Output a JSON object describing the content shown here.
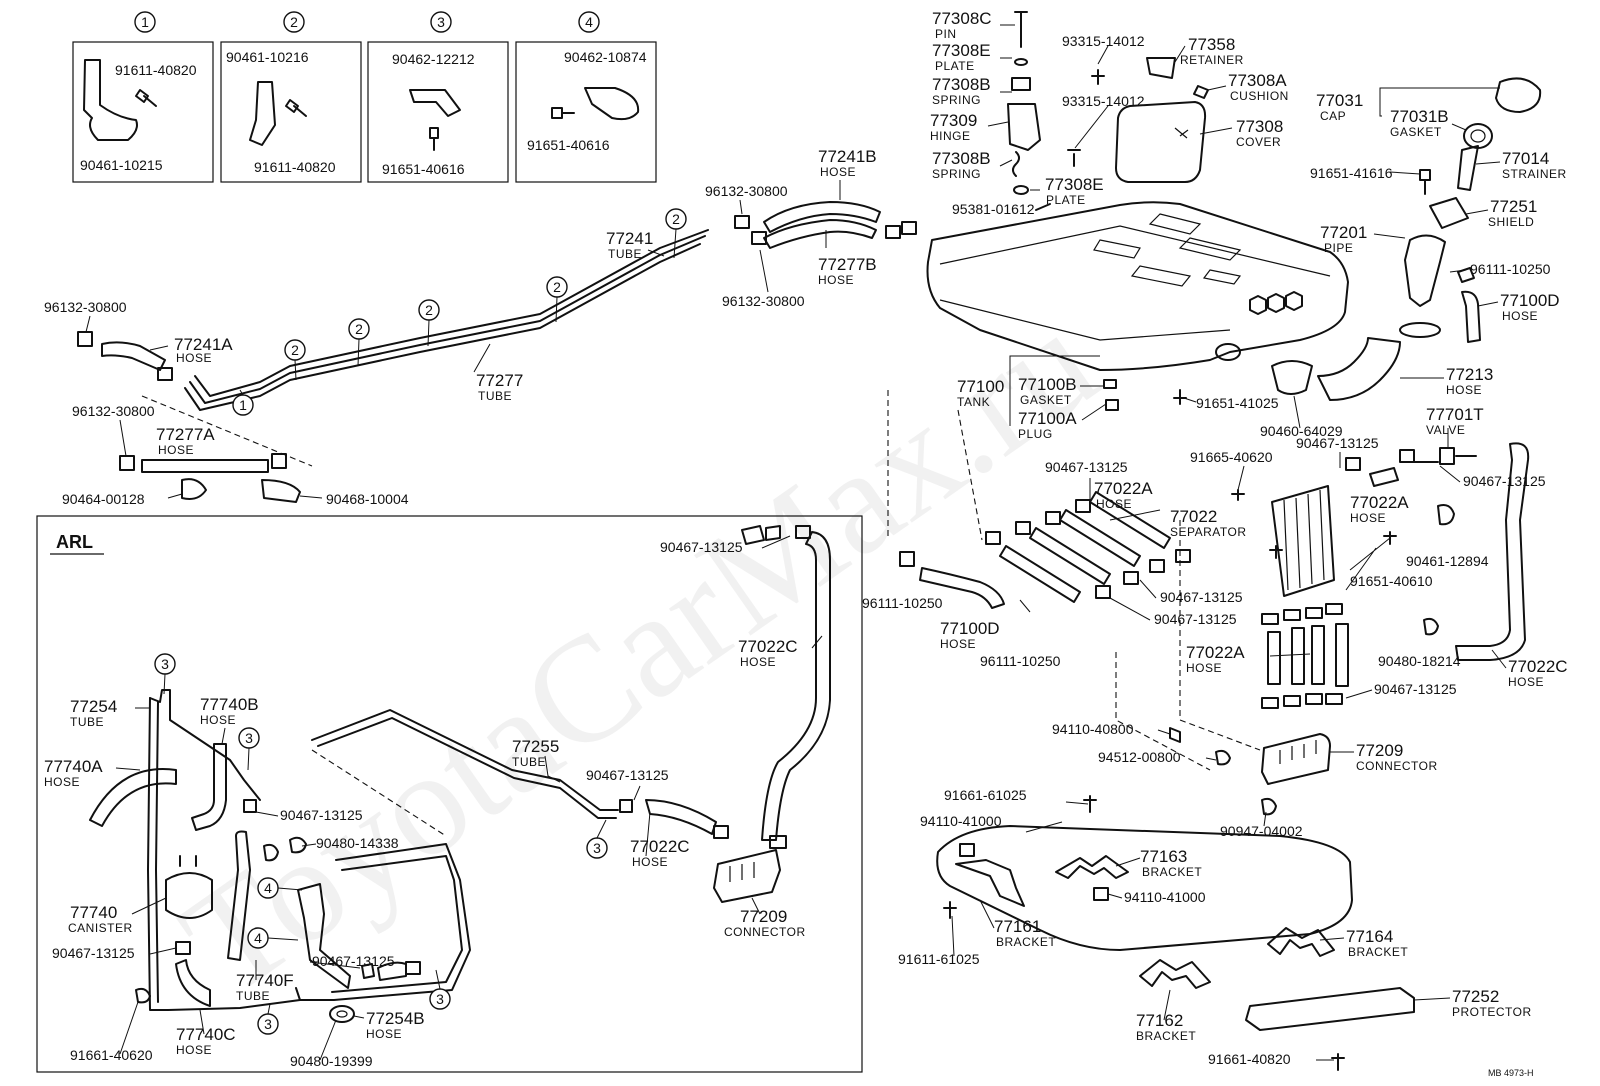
{
  "watermark": "ToyotaCarMax.ru",
  "drawing_ref": "MB 4973-H",
  "arl_label": "ARL",
  "key_boxes": [
    {
      "num": "1",
      "parts": [
        "91611-40820",
        "90461-10215"
      ]
    },
    {
      "num": "2",
      "parts": [
        "90461-10216",
        "91611-40820"
      ]
    },
    {
      "num": "3",
      "parts": [
        "90462-12212",
        "91651-40616"
      ]
    },
    {
      "num": "4",
      "parts": [
        "90462-10874",
        "91651-40616"
      ]
    }
  ],
  "callouts": {
    "c77308C": {
      "num": "77308C",
      "name": "PIN"
    },
    "c77308E": {
      "num": "77308E",
      "name": "PLATE"
    },
    "c77308B": {
      "num": "77308B",
      "name": "SPRING"
    },
    "c77309": {
      "num": "77309",
      "name": "HINGE"
    },
    "c77308B2": {
      "num": "77308B",
      "name": "SPRING"
    },
    "c77308E2": {
      "num": "77308E",
      "name": "PLATE"
    },
    "c77358": {
      "num": "77358",
      "name": "RETAINER"
    },
    "c77308A": {
      "num": "77308A",
      "name": "CUSHION"
    },
    "c77308": {
      "num": "77308",
      "name": "COVER"
    },
    "c77031": {
      "num": "77031",
      "name": "CAP"
    },
    "c77031B": {
      "num": "77031B",
      "name": "GASKET"
    },
    "c77014": {
      "num": "77014",
      "name": "STRAINER"
    },
    "c77251": {
      "num": "77251",
      "name": "SHIELD"
    },
    "c77201": {
      "num": "77201",
      "name": "PIPE"
    },
    "c77100D": {
      "num": "77100D",
      "name": "HOSE"
    },
    "c77213": {
      "num": "77213",
      "name": "HOSE"
    },
    "c77701T": {
      "num": "77701T",
      "name": "VALVE"
    },
    "c77241B": {
      "num": "77241B",
      "name": "HOSE"
    },
    "c77277B": {
      "num": "77277B",
      "name": "HOSE"
    },
    "c77241": {
      "num": "77241",
      "name": "TUBE"
    },
    "c77277": {
      "num": "77277",
      "name": "TUBE"
    },
    "c77241A": {
      "num": "77241A",
      "name": "HOSE"
    },
    "c77277A": {
      "num": "77277A",
      "name": "HOSE"
    },
    "c77100": {
      "num": "77100",
      "name": "TANK"
    },
    "c77100B": {
      "num": "77100B",
      "name": "GASKET"
    },
    "c77100A": {
      "num": "77100A",
      "name": "PLUG"
    },
    "c77022A": {
      "num": "77022A",
      "name": "HOSE"
    },
    "c77022": {
      "num": "77022",
      "name": "SEPARATOR"
    },
    "c77022A2": {
      "num": "77022A",
      "name": "HOSE"
    },
    "c77022A3": {
      "num": "77022A",
      "name": "HOSE"
    },
    "c77100D2": {
      "num": "77100D",
      "name": "HOSE"
    },
    "c77022C": {
      "num": "77022C",
      "name": "HOSE"
    },
    "c77209": {
      "num": "77209",
      "name": "CONNECTOR"
    },
    "c77163": {
      "num": "77163",
      "name": "BRACKET"
    },
    "c77161": {
      "num": "77161",
      "name": "BRACKET"
    },
    "c77164": {
      "num": "77164",
      "name": "BRACKET"
    },
    "c77162": {
      "num": "77162",
      "name": "BRACKET"
    },
    "c77252": {
      "num": "77252",
      "name": "PROTECTOR"
    },
    "c77254": {
      "num": "77254",
      "name": "TUBE"
    },
    "c77740B": {
      "num": "77740B",
      "name": "HOSE"
    },
    "c77740A": {
      "num": "77740A",
      "name": "HOSE"
    },
    "c77255": {
      "num": "77255",
      "name": "TUBE"
    },
    "c77022C_arl": {
      "num": "77022C",
      "name": "HOSE"
    },
    "c77022C_arl2": {
      "num": "77022C",
      "name": "HOSE"
    },
    "c77209_arl": {
      "num": "77209",
      "name": "CONNECTOR"
    },
    "c77740": {
      "num": "77740",
      "name": "CANISTER"
    },
    "c77740F": {
      "num": "77740F",
      "name": "TUBE"
    },
    "c77254B": {
      "num": "77254B",
      "name": "HOSE"
    },
    "c77740C": {
      "num": "77740C",
      "name": "HOSE"
    }
  },
  "part_numbers": {
    "p93315a": "93315-14012",
    "p93315b": "93315-14012",
    "p95381": "95381-01612",
    "p91651_41": "91651-41616",
    "p96111a": "96111-10250",
    "p96132a": "96132-30800",
    "p96132b": "96132-30800",
    "p96132c": "96132-30800",
    "p96132d": "96132-30800",
    "p90464": "90464-00128",
    "p90468": "90468-10004",
    "p91651_4025": "91651-41025",
    "p90460": "90460-64029",
    "p90467_a": "90467-13125",
    "p91665": "91665-40620",
    "p90467_b": "90467-13125",
    "p90467_c": "90467-13125",
    "p90461_12894": "90461-12894",
    "p91651_40610": "91651-40610",
    "p90467_d": "90467-13125",
    "p90467_e": "90467-13125",
    "p96111b": "96111-10250",
    "p96111c": "96111-10250",
    "p90480_18214": "90480-18214",
    "p90467_f": "90467-13125",
    "p94110_40800": "94110-40800",
    "p94512": "94512-00800",
    "p91661_61025a": "91661-61025",
    "p90947": "90947-04002",
    "p94110_41000a": "94110-41000",
    "p94110_41000b": "94110-41000",
    "p91611_61025": "91611-61025",
    "p91661_40820": "91661-40820",
    "p90467_arl1": "90467-13125",
    "p90467_arl2": "90467-13125",
    "p90467_arl3": "90467-13125",
    "p90480_14338": "90480-14338",
    "p90467_arl4": "90467-13125",
    "p90467_arl5": "90467-13125",
    "p91661_40620": "91661-40620",
    "p90480_19399": "90480-19399"
  }
}
